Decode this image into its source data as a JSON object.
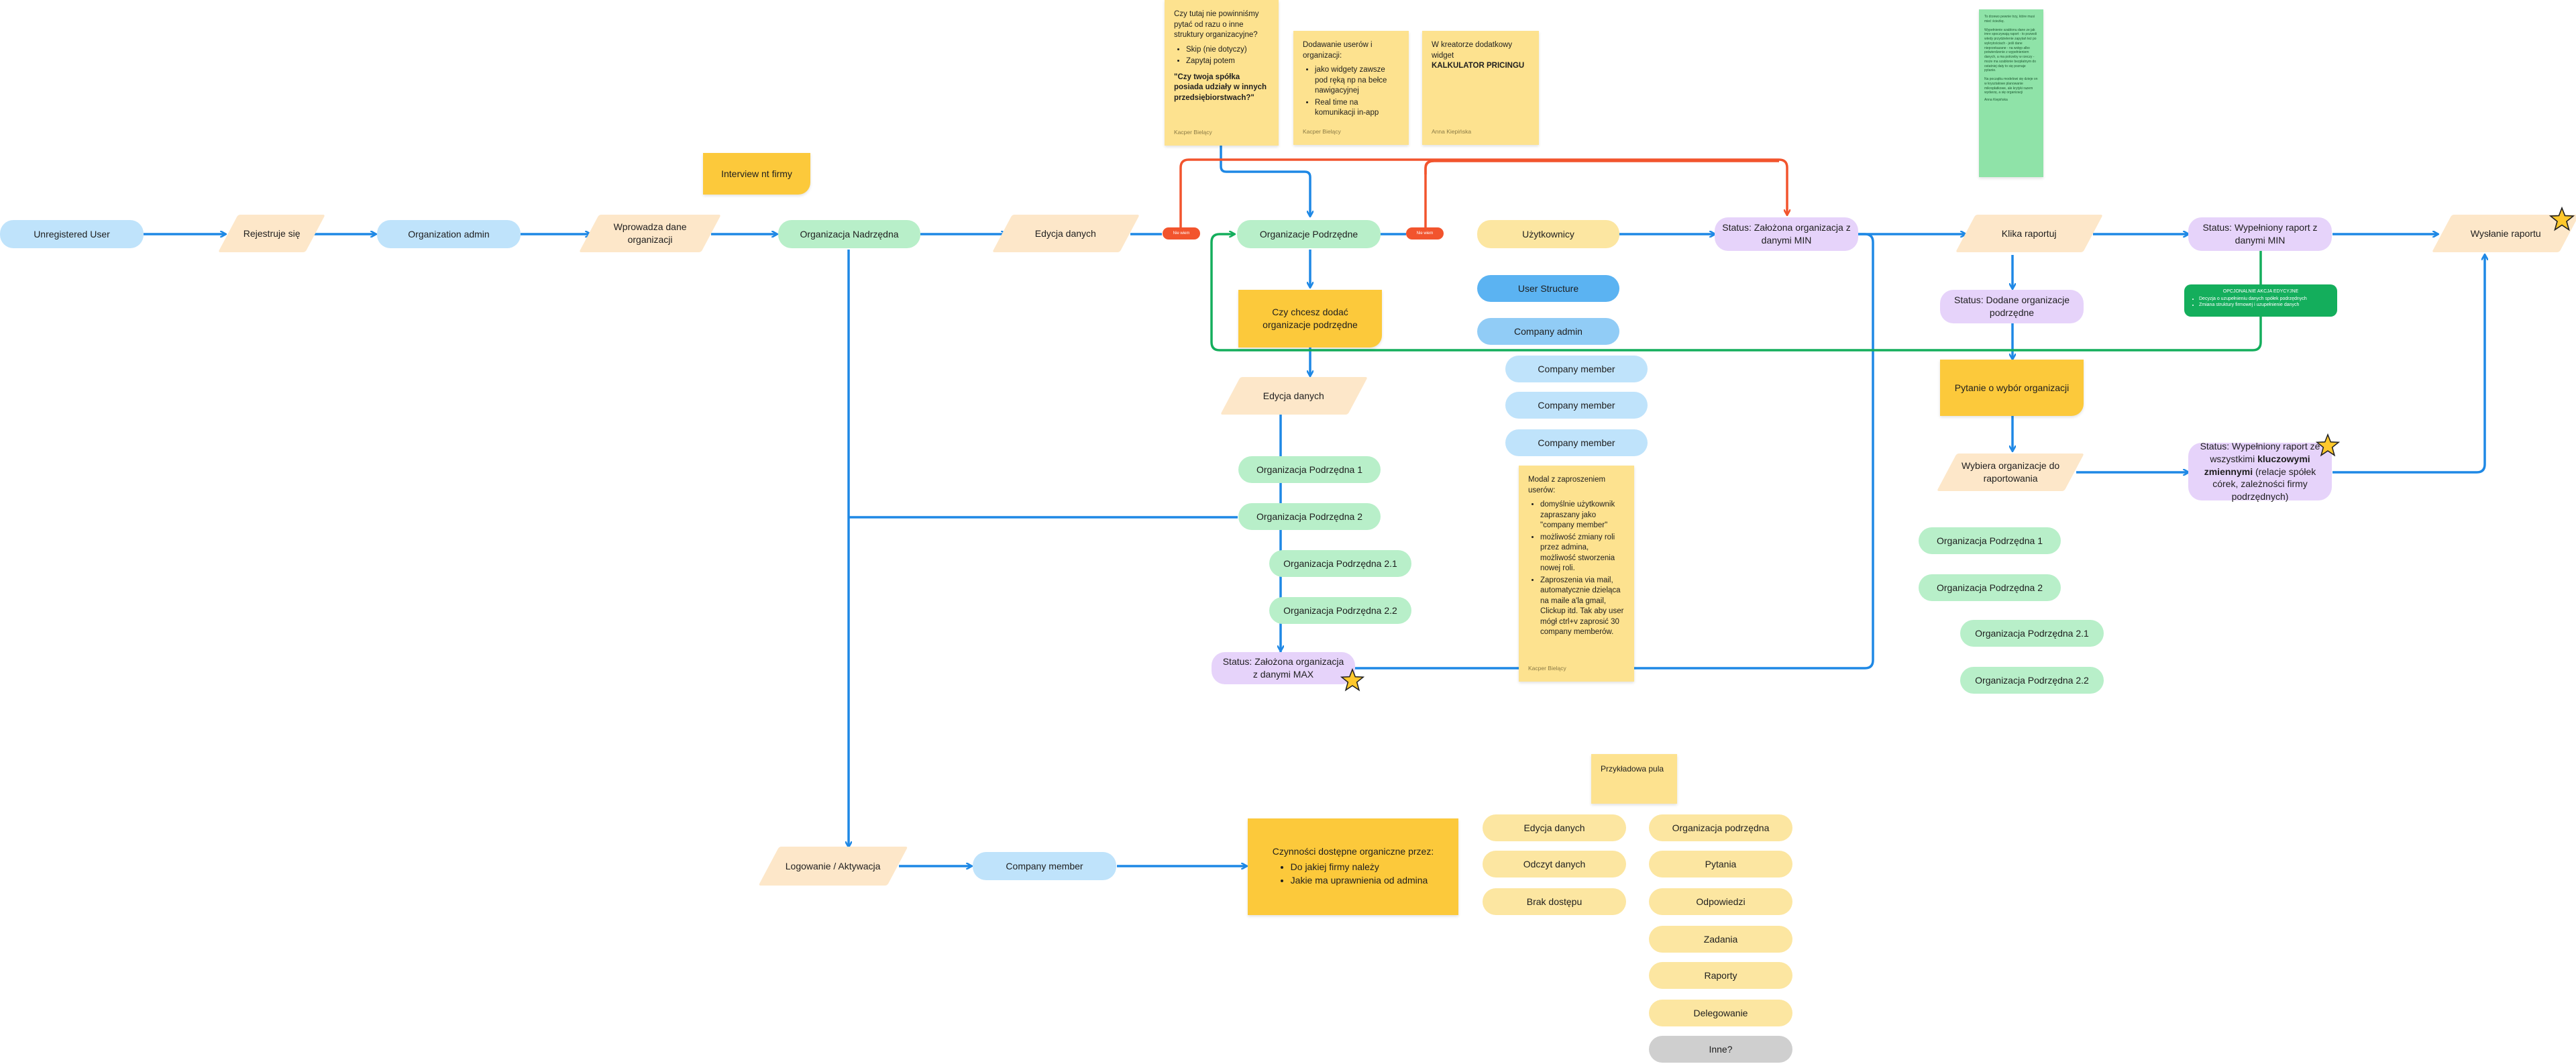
{
  "nodes": {
    "unregistered": "Unregistered User",
    "rejestruje": "Rejestruje się",
    "org_admin": "Organization admin",
    "wprowadza": "Wprowadza dane organizacji",
    "org_nadrzedna": "Organizacja Nadrzędna",
    "edycja1": "Edycja danych",
    "org_podrzedne": "Organizacje Podrzędne",
    "uzytkownicy": "Użytkownicy",
    "status_min": "Status: Założona organizacja z danymi MIN",
    "klika": "Klika raportuj",
    "status_wypelniony_min": "Status: Wypełniony raport z danymi MIN",
    "wyslanie": "Wysłanie raportu",
    "interview": "Interview nt firmy",
    "czy_chcesz": "Czy chcesz dodać organizacje podrzędne",
    "edycja2": "Edycja danych",
    "op1": "Organizacja Podrzędna 1",
    "op2": "Organizacja Podrzędna 2",
    "op21": "Organizacja Podrzędna 2.1",
    "op22": "Organizacja Podrzędna 2.2",
    "status_max": "Status: Założona organizacja z danymi MAX",
    "user_structure": "User Structure",
    "company_admin": "Company admin",
    "cm1": "Company member",
    "cm2": "Company member",
    "cm3": "Company member",
    "status_dodane": "Status: Dodane organizacje podrzędne",
    "pytanie": "Pytanie o wybór organizacji",
    "wybiera": "Wybiera organizacje do raportowania",
    "r_op1": "Organizacja Podrzędna 1",
    "r_op2": "Organizacja Podrzędna 2",
    "r_op21": "Organizacja Podrzędna 2.1",
    "r_op22": "Organizacja Podrzędna 2.2",
    "logowanie": "Logowanie / Aktywacja",
    "company_member_bottom": "Company member",
    "przykladowa": "Przykładowa pula",
    "p_edycja": "Edycja danych",
    "p_odczyt": "Odczyt danych",
    "p_brak": "Brak dostępu",
    "p_org": "Organizacja podrzędna",
    "p_pytania": "Pytania",
    "p_odpowiedzi": "Odpowiedzi",
    "p_zadania": "Zadania",
    "p_raporty": "Raporty",
    "p_delegowanie": "Delegowanie",
    "p_inne": "Inne?"
  },
  "status_full": {
    "prefix": "Status: Wypełniony raport ze wszystkimi ",
    "bold": "kluczowymi zmiennymi",
    "suffix": " (relacje spółek córek, zależności firmy podrzędnych)"
  },
  "stickies": {
    "s1": {
      "title": "Czy tutaj nie powinniśmy pytać od razu o inne struktury organizacyjne?",
      "items": [
        "Skip (nie dotyczy)",
        "Zapytaj potem"
      ],
      "bold": "\"Czy twoja spółka posiada udziały w innych przedsiębiorstwach?\"",
      "author": "Kacper Bielący"
    },
    "s2": {
      "title": "Dodawanie userów i organizacji:",
      "items": [
        "jako widgety zawsze pod ręką np na bełce nawigacyjnej",
        "Real time na komunikacji in-app"
      ],
      "author": "Kacper Bielący"
    },
    "s3": {
      "title": "W kreatorze dodatkowy widget",
      "bold": "KALKULATOR PRICINGU",
      "author": "Anna Kiepińska"
    },
    "s4": {
      "title": "Modal z zaproszeniem userów:",
      "items": [
        "domyślnie użytkownik zapraszany jako \"company member\"",
        "możliwość zmiany roli przez admina, możliwość stworzenia nowej roli.",
        "Zaproszenia via mail, automatycznie dzieląca na maile a'la gmail, Clickup itd. Tak aby user mógł ctrl+v zaprosić 30 company memberów."
      ],
      "author": "Kacper Bielący"
    },
    "s5": {
      "title": "Czynności dostępne organiczne przez:",
      "items": [
        "Do jakiej firmy należy",
        "Jakie ma uprawnienia od admina"
      ]
    },
    "green_note": {
      "p1": "To drzewo pewnie trzy, które musi mieć ścieżkę.",
      "p2": "Wypełnienie szablonu dane ze jak imre spoczywają raport - to pozwoli wtedy przydzielenie zapytań też po wykrytościach - jeśli dane nieprzekazane - na wstęp albo potwierdzenie z wypełnieniem danych, a ma potrzeby w rzeczy - może ma szablonie bezpłatnym do ostatniej daty to się poznaje pytanie.",
      "p3": "Na początku modelowi się dzieje on w kryształowe planowanie mikropłatkowe, ale krytyki razem wydarzę, a się organizacji",
      "author": "Anna Kiepińska"
    }
  },
  "badge": {
    "title": "OPCJONALNIE AKCJA EDYCYJNE",
    "items": [
      "Decyzja o uzupełnieniu danych spółek podrzędnych",
      "Zmiana struktury firmowej i uzupełnienie danych"
    ]
  },
  "tags": {
    "t1": "Nie wiem",
    "t2": "Nie wiem"
  },
  "colors": {
    "flow_arrow": "#1e88e5",
    "red_arrow": "#f2542d",
    "green_arrow": "#14ae5c",
    "star": "#ffc82c"
  }
}
